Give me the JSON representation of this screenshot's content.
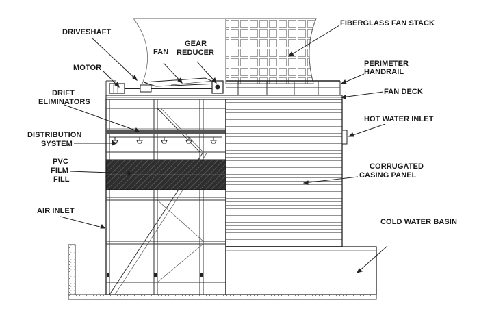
{
  "labels": {
    "fiberglass_fan_stack": "FIBERGLASS FAN STACK",
    "driveshaft": "DRIVESHAFT",
    "gear_reducer_1": "GEAR",
    "gear_reducer_2": "REDUCER",
    "fan": "FAN",
    "motor": "MOTOR",
    "perimeter_handrail_1": "PERIMETER",
    "perimeter_handrail_2": "HANDRAIL",
    "fan_deck": "FAN DECK",
    "drift_eliminators_1": "DRIFT",
    "drift_eliminators_2": "ELIMINATORS",
    "hot_water_inlet": "HOT WATER INLET",
    "distribution_system_1": "DISTRIBUTION",
    "distribution_system_2": "SYSTEM",
    "pvc_film_fill_1": "PVC",
    "pvc_film_fill_2": "FILM",
    "pvc_film_fill_3": "FILL",
    "corrugated_casing_panel_1": "CORRUGATED",
    "corrugated_casing_panel_2": "CASING PANEL",
    "air_inlet": "AIR INLET",
    "cold_water_basin": "COLD WATER BASIN"
  },
  "colors": {
    "line": "#333333",
    "fill_band": "#3a3a3a",
    "eliminator_band": "#555555",
    "basin_fill": "#e8e8e8",
    "background": "#ffffff"
  }
}
